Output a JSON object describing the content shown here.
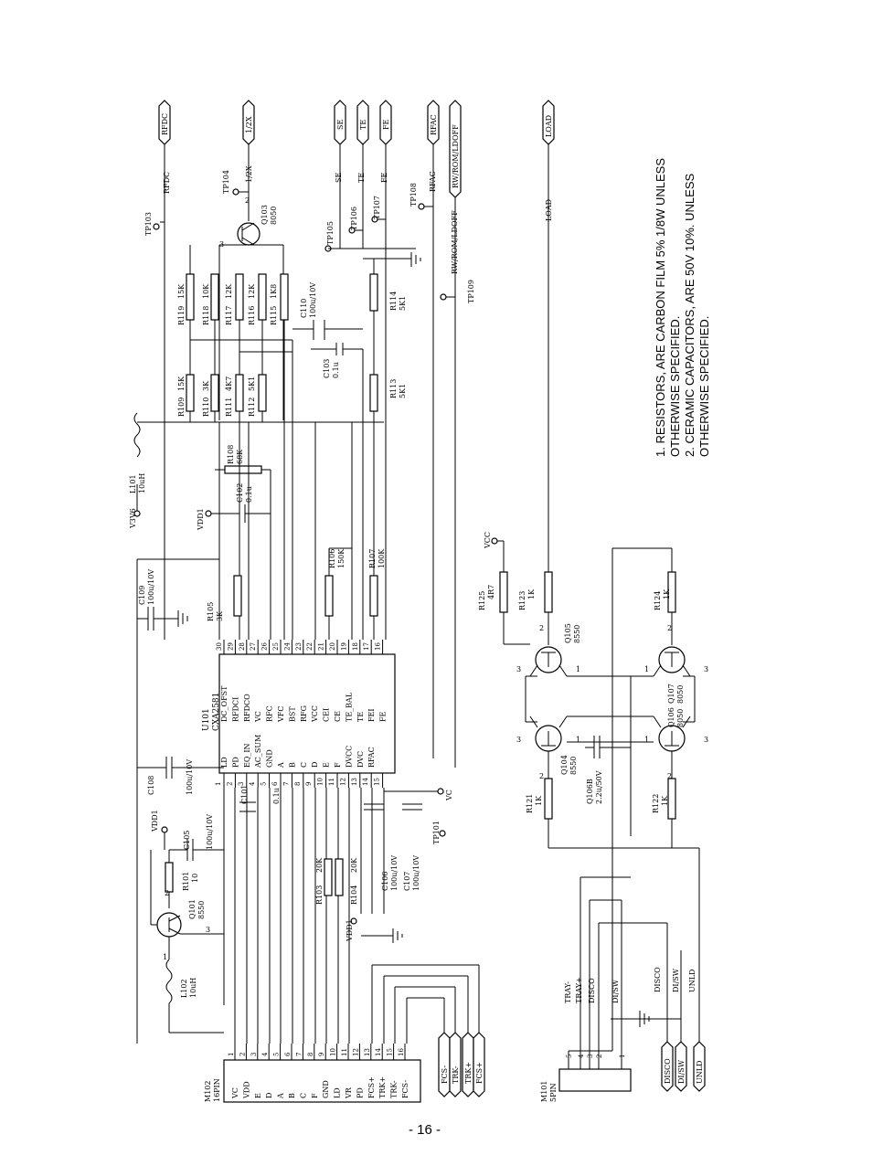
{
  "page_number": "- 16 -",
  "notes": [
    "1. RESISTORS, ARE CARBON FILM 5% 1/8W UNLESS",
    "OTHERWISE SPECIFIED.",
    "2. CERAMIC CAPACITORS, ARE 50V 10%. UNLESS",
    "OTHERWISE SPECIFIED."
  ],
  "ic": {
    "ref": "U101",
    "part": "CXA2581",
    "pins_left": [
      {
        "num": "1",
        "name": "LD"
      },
      {
        "num": "2",
        "name": "PD"
      },
      {
        "num": "3",
        "name": "EQ_IN"
      },
      {
        "num": "4",
        "name": "AC_SUM"
      },
      {
        "num": "5",
        "name": "GND"
      },
      {
        "num": "6",
        "name": "A"
      },
      {
        "num": "7",
        "name": "B"
      },
      {
        "num": "8",
        "name": "C"
      },
      {
        "num": "9",
        "name": "D"
      },
      {
        "num": "10",
        "name": "E"
      },
      {
        "num": "11",
        "name": "F"
      },
      {
        "num": "12",
        "name": "DVCC"
      },
      {
        "num": "13",
        "name": "DVC"
      },
      {
        "num": "14",
        "name": "RFAC"
      },
      {
        "num": "15",
        "name": ""
      }
    ],
    "pins_right": [
      {
        "num": "30",
        "name": "DC_OFST"
      },
      {
        "num": "29",
        "name": "RFDCI"
      },
      {
        "num": "28",
        "name": "RFDCO"
      },
      {
        "num": "27",
        "name": "VC"
      },
      {
        "num": "26",
        "name": "RFC"
      },
      {
        "num": "25",
        "name": "VFC"
      },
      {
        "num": "24",
        "name": "BST"
      },
      {
        "num": "23",
        "name": "RFG"
      },
      {
        "num": "22",
        "name": "VCC"
      },
      {
        "num": "21",
        "name": "CEI"
      },
      {
        "num": "20",
        "name": "CE"
      },
      {
        "num": "19",
        "name": "TE_BAL"
      },
      {
        "num": "18",
        "name": "TE"
      },
      {
        "num": "17",
        "name": "FEI"
      },
      {
        "num": "16",
        "name": "FE"
      }
    ]
  },
  "connector_m102": {
    "ref": "M102",
    "type": "16PIN",
    "pins": [
      "VC",
      "VDD",
      "E",
      "D",
      "A",
      "B",
      "C",
      "F",
      "GND",
      "LD",
      "VR",
      "PD",
      "FCS+",
      "TRK+",
      "TRK-",
      "FCS-"
    ],
    "numbers": [
      "1",
      "2",
      "3",
      "4",
      "5",
      "6",
      "7",
      "8",
      "9",
      "10",
      "11",
      "12",
      "13",
      "14",
      "15",
      "16"
    ],
    "inputs": [
      "FCS-",
      "TRK-",
      "TRK+",
      "FCS+"
    ]
  },
  "connector_m101": {
    "ref": "M101",
    "type": "5PIN",
    "numbers": [
      "5",
      "4",
      "3",
      "2",
      "1"
    ],
    "nets": [
      "TRAY-",
      "TRAY+",
      "DISCO",
      "",
      "DI/SW"
    ],
    "right_nets": [
      "DISCO",
      "DI/SW",
      "UNLD"
    ],
    "ports": [
      "DISCO",
      "DI/SW",
      "UNLD"
    ]
  },
  "ports_top": [
    {
      "name": "RFDC"
    },
    {
      "name": "1/2X"
    },
    {
      "name": "SE"
    },
    {
      "name": "TE"
    },
    {
      "name": "FE"
    },
    {
      "name": "RFAC"
    },
    {
      "name": "RW/ROM/LDOFF"
    },
    {
      "name": "LOAD"
    }
  ],
  "nets": {
    "rfdc": "RFDC",
    "half_x": "1/2X",
    "se": "SE",
    "te": "TE",
    "fe": "FE",
    "rfac": "RFAC",
    "rw": "RW/ROM/LDOFF",
    "load": "LOAD",
    "v3v6": "V3V6",
    "vdd1": "VDD1",
    "vcc": "VCC",
    "vc": "VC",
    "gnd": "GND"
  },
  "test_points": [
    "TP103",
    "TP104",
    "TP105",
    "TP106",
    "TP107",
    "TP108",
    "TP109",
    "TP101"
  ],
  "components": {
    "r119": [
      "R119",
      "15K"
    ],
    "r118": [
      "R118",
      "10K"
    ],
    "r117": [
      "R117",
      "12K"
    ],
    "r116": [
      "R116",
      "12K"
    ],
    "r115": [
      "R115",
      "1K8"
    ],
    "r109": [
      "R109",
      "15K"
    ],
    "r110": [
      "R110",
      "3K"
    ],
    "r111": [
      "R111",
      "4K7"
    ],
    "r112": [
      "R112",
      "5K1"
    ],
    "r108": [
      "R108",
      "68K"
    ],
    "r105": [
      "R105",
      "3K"
    ],
    "r106": [
      "R106",
      "150K"
    ],
    "r107": [
      "R107",
      "100K"
    ],
    "r113": [
      "R113",
      "5K1"
    ],
    "r114": [
      "R114",
      "5K1"
    ],
    "r101": [
      "R101",
      "10"
    ],
    "r103": [
      "R103",
      "20K"
    ],
    "r104": [
      "R104",
      "20K"
    ],
    "r121": [
      "R121",
      "1K"
    ],
    "r122": [
      "R122",
      "1K"
    ],
    "r123": [
      "R123",
      "1K"
    ],
    "r124": [
      "R124",
      "1K"
    ],
    "r125": [
      "R125",
      "4R7"
    ],
    "c110": [
      "C110",
      "100u/10V"
    ],
    "c103": [
      "C103",
      "0.1u"
    ],
    "c102": [
      "C102",
      "0.1u"
    ],
    "c109": [
      "C109",
      "100u/10V"
    ],
    "c108": [
      "C108",
      "100u/10V"
    ],
    "c105": [
      "C105",
      "100u/10V"
    ],
    "c101": [
      "C101",
      "0.1u"
    ],
    "c106": [
      "C106",
      "100u/10V"
    ],
    "c107": [
      "C107",
      "100u/10V"
    ],
    "c_q106b": [
      "Q106B",
      "2.2u/50V"
    ],
    "l101": [
      "L101",
      "10uH"
    ],
    "l102": [
      "L102",
      "10uH"
    ],
    "q103": [
      "Q103",
      "8050"
    ],
    "q101": [
      "Q101",
      "8550"
    ],
    "q104": [
      "Q104",
      "8550"
    ],
    "q105": [
      "Q105",
      "8550"
    ],
    "q106": [
      "Q106",
      "8050"
    ],
    "q107": [
      "Q107",
      "8050"
    ]
  },
  "transistor_pins": {
    "b": "2",
    "e": "1",
    "c": "3"
  }
}
